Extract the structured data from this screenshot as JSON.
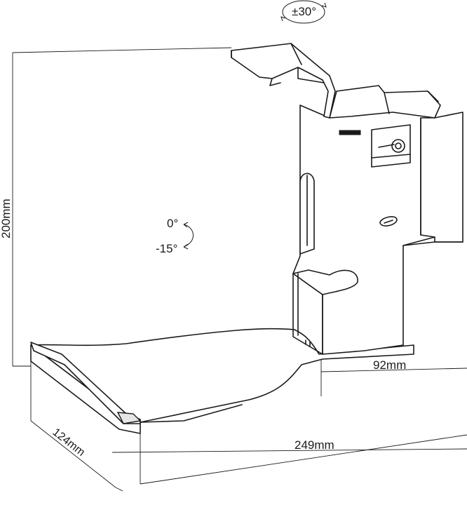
{
  "dimensions": {
    "height": "200mm",
    "depth": "92mm",
    "width": "249mm",
    "side": "124mm"
  },
  "rotation": {
    "swivel": "±30°",
    "tilt_top": "0°",
    "tilt_bottom": "-15°"
  }
}
